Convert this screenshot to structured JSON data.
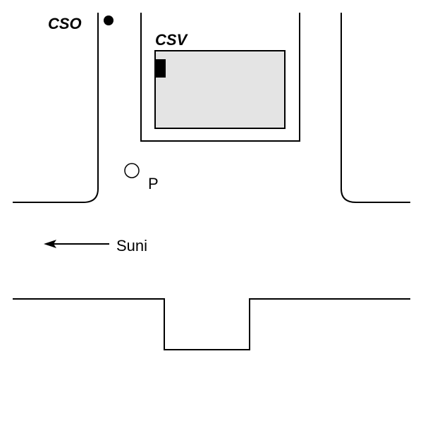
{
  "labels": {
    "cso": "CSO",
    "csv": "CSV",
    "p": "P",
    "suni": "Suni"
  },
  "colors": {
    "line": "#000000",
    "csv_fill": "#e4e4e4"
  }
}
